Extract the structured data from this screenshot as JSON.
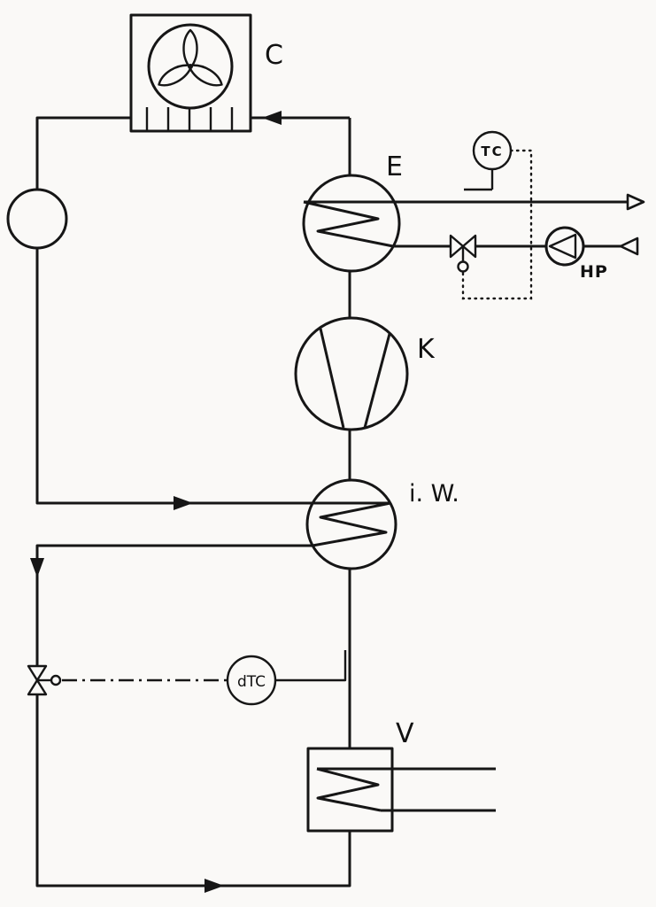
{
  "diagram": {
    "type": "refrigeration-heat-pump-cycle-schematic",
    "colors": {
      "background": "#faf9f7",
      "line": "#161616"
    },
    "components": {
      "condenser": {
        "label": "C"
      },
      "evaporator": {
        "label": "E"
      },
      "compressor": {
        "label": "K"
      },
      "internal_heat_exchanger": {
        "label": "i. W."
      },
      "secondary_heat_exchanger": {
        "label": "V"
      },
      "temperature_controller": {
        "label": "TC"
      },
      "differential_temperature_controller": {
        "label": "dTC"
      },
      "heat_pump_pump": {
        "label": "HP"
      }
    }
  }
}
